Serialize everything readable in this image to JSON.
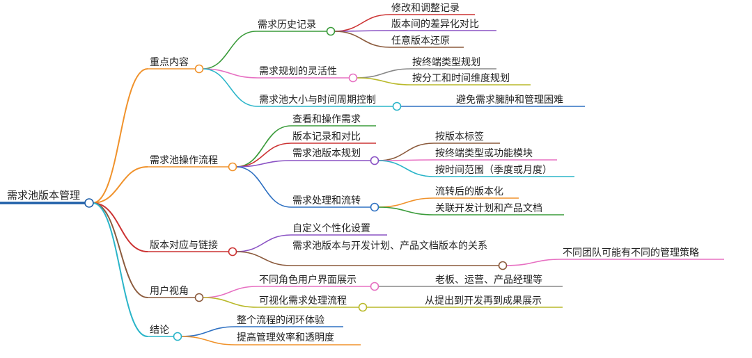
{
  "root": {
    "label": "需求池版本管理",
    "color": "#1f5fa8"
  },
  "branches": [
    {
      "label": "重点内容",
      "color": "#f0922b",
      "children": [
        {
          "label": "需求历史记录",
          "color": "#3a9b3a",
          "children": [
            {
              "label": "修改和调整记录",
              "color": "#cc3333"
            },
            {
              "label": "版本间的差异化对比",
              "color": "#8a52c4"
            },
            {
              "label": "任意版本还原",
              "color": "#8b5a3c"
            }
          ]
        },
        {
          "label": "需求规划的灵活性",
          "color": "#e770c2",
          "children": [
            {
              "label": "按终端类型规划",
              "color": "#888888"
            },
            {
              "label": "按分工和时间维度规划",
              "color": "#b9b92a"
            }
          ]
        },
        {
          "label": "需求池大小与时间周期控制",
          "color": "#2bb5c9",
          "children": [
            {
              "label": "避免需求臃肿和管理困难",
              "color": "#2f71c2"
            }
          ]
        }
      ]
    },
    {
      "label": "需求池操作流程",
      "color": "#f0922b",
      "children": [
        {
          "label": "查看和操作需求",
          "color": "#3a9b3a"
        },
        {
          "label": "版本记录和对比",
          "color": "#cc3333"
        },
        {
          "label": "需求池版本规划",
          "color": "#8a52c4",
          "children": [
            {
              "label": "按版本标签",
              "color": "#8b5a3c"
            },
            {
              "label": "按终端类型或功能模块",
              "color": "#e770c2"
            },
            {
              "label": "按时间范围（季度或月度）",
              "color": "#2bb5c9"
            }
          ]
        },
        {
          "label": "需求处理和流转",
          "color": "#2f71c2",
          "children": [
            {
              "label": "流转后的版本化",
              "color": "#f0922b"
            },
            {
              "label": "关联开发计划和产品文档",
              "color": "#3a9b3a"
            }
          ]
        }
      ]
    },
    {
      "label": "版本对应与链接",
      "color": "#cc3333",
      "children": [
        {
          "label": "自定义个性化设置",
          "color": "#8a52c4"
        },
        {
          "label": "需求池版本与开发计划、产品文档版本的关系",
          "color": "#8b5a3c",
          "children": [
            {
              "label": "不同团队可能有不同的管理策略",
              "color": "#e770c2"
            }
          ]
        }
      ]
    },
    {
      "label": "用户视角",
      "color": "#8b5a3c",
      "children": [
        {
          "label": "不同角色用户界面展示",
          "color": "#e770c2",
          "children": [
            {
              "label": "老板、运营、产品经理等",
              "color": "#888888"
            }
          ]
        },
        {
          "label": "可视化需求处理流程",
          "color": "#b9b92a",
          "children": [
            {
              "label": "从提出到开发再到成果展示",
              "color": "#b9b92a"
            }
          ]
        }
      ]
    },
    {
      "label": "结论",
      "color": "#2bb5c9",
      "children": [
        {
          "label": "整个流程的闭环体验",
          "color": "#2f71c2"
        },
        {
          "label": "提高管理效率和透明度",
          "color": "#f0922b"
        }
      ]
    }
  ]
}
